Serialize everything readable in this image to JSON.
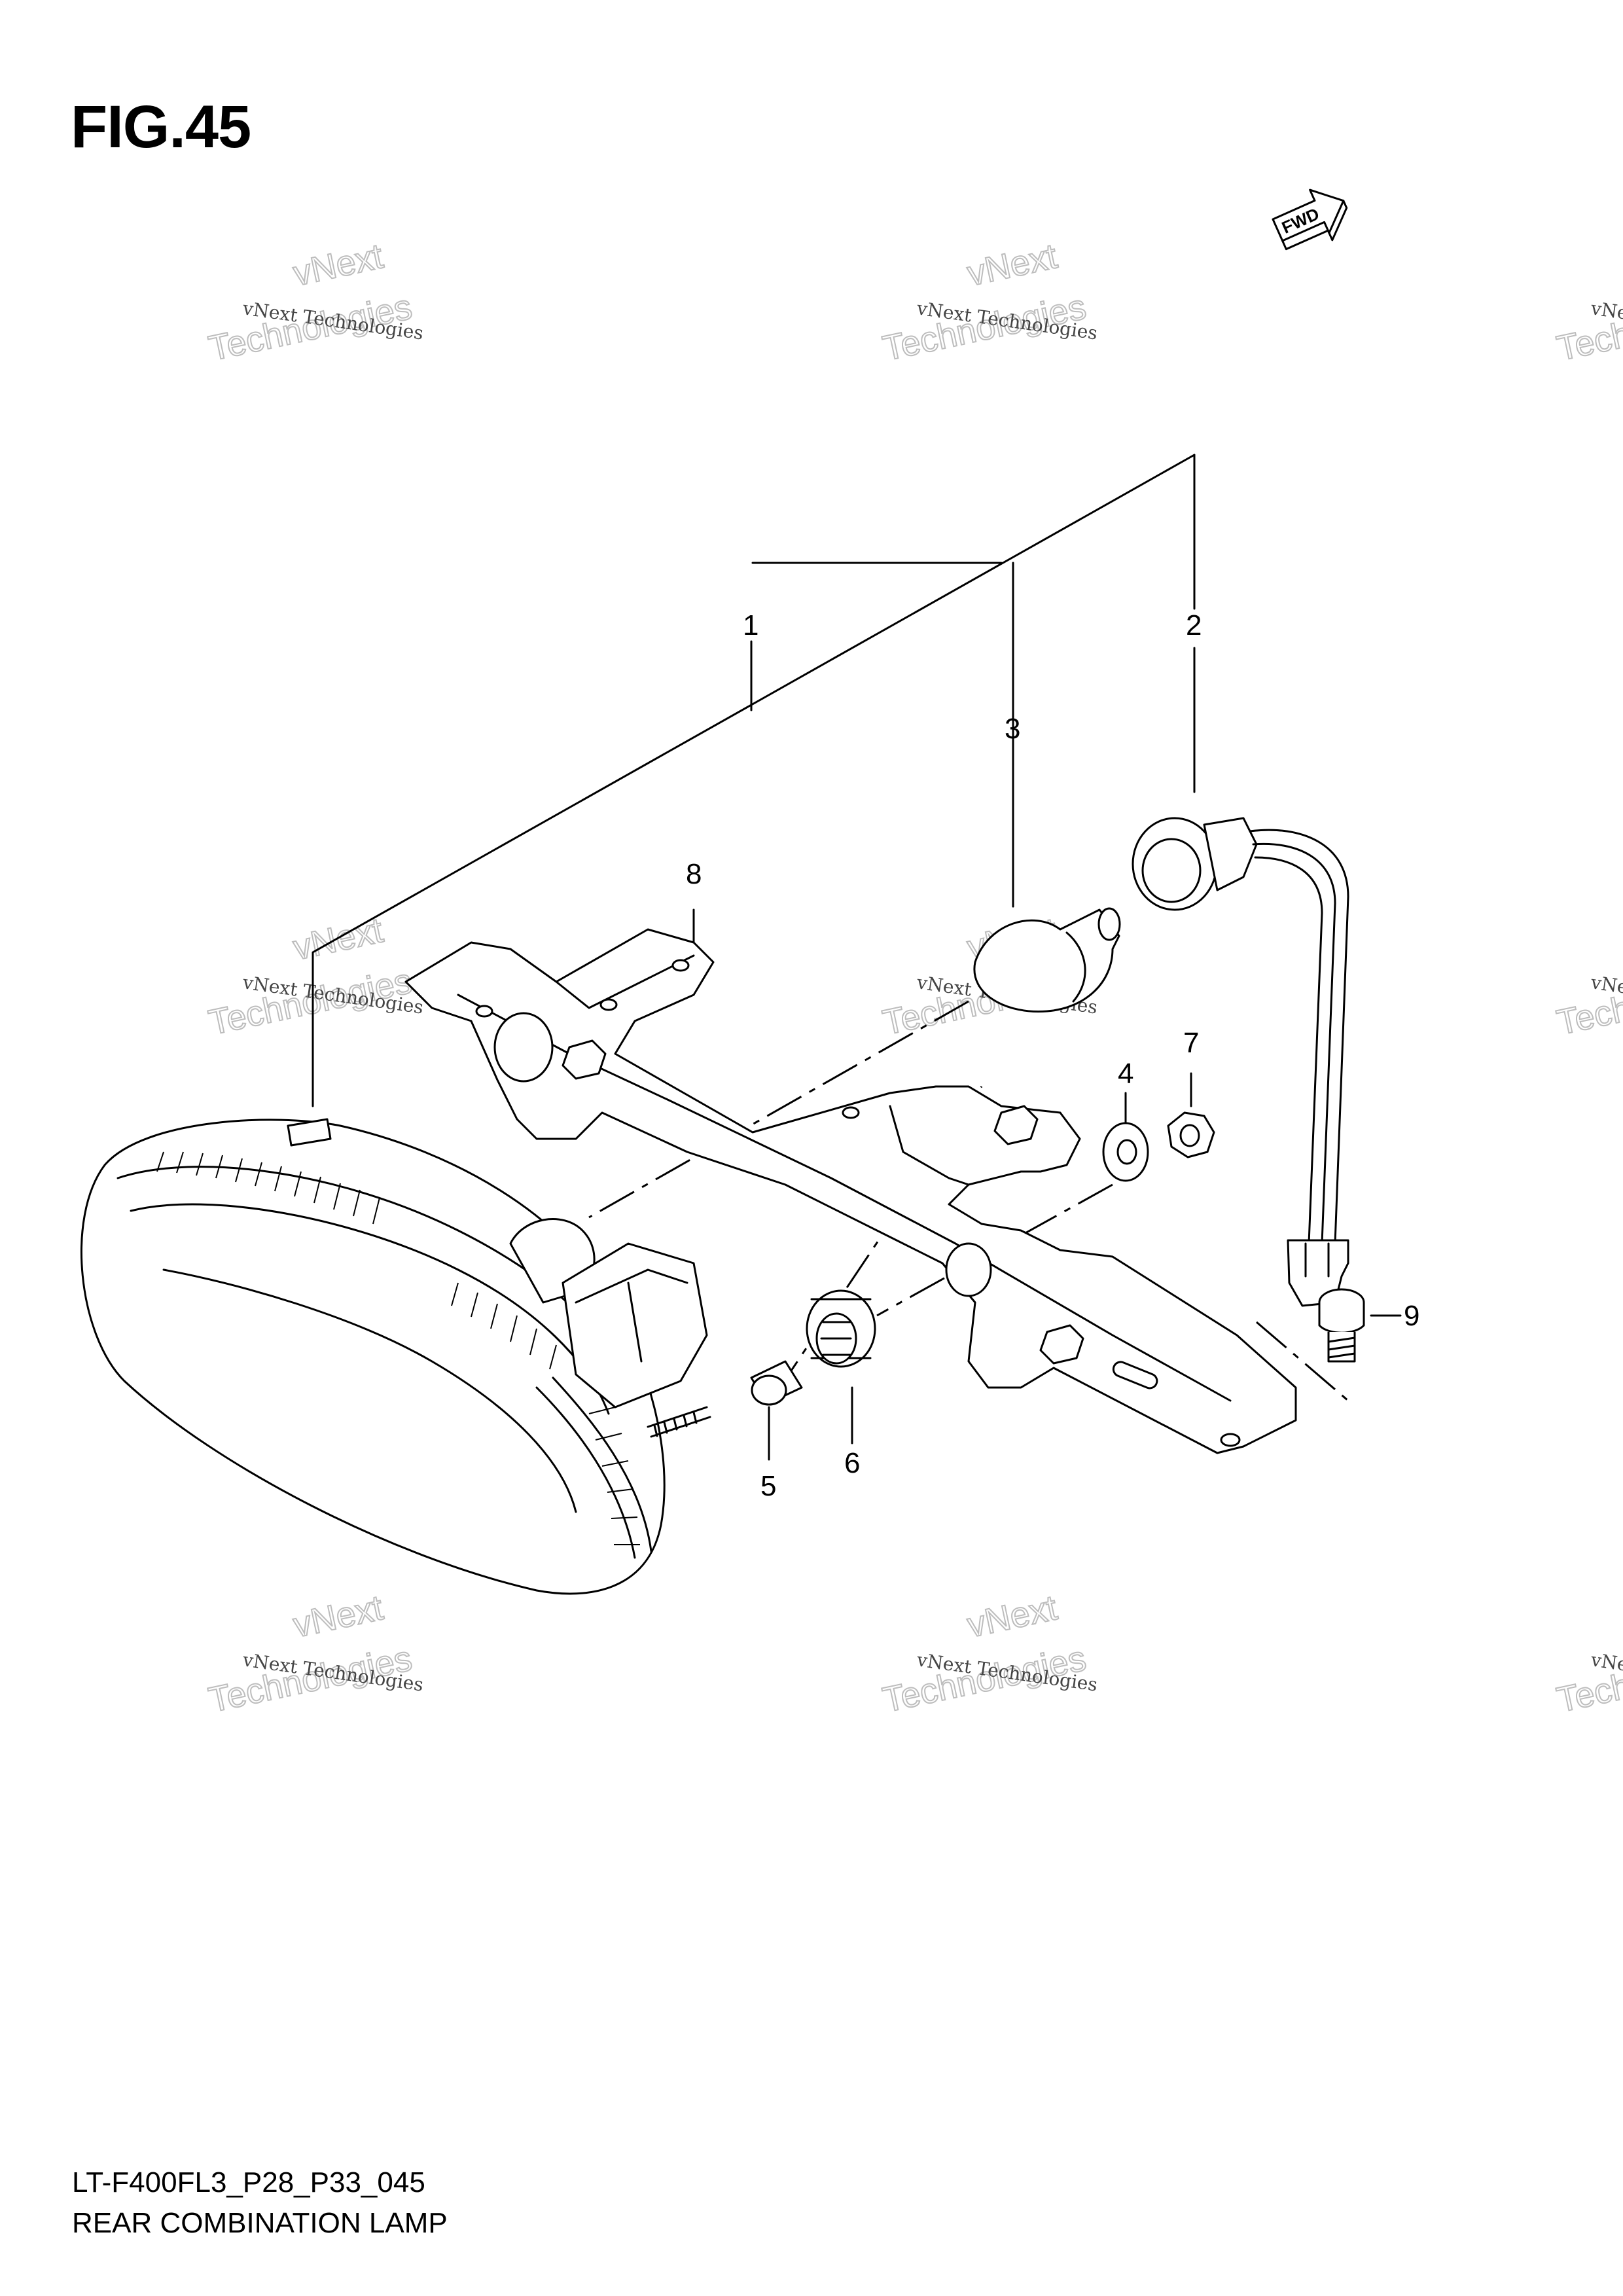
{
  "figure": {
    "title": "FIG.45",
    "model_code": "LT-F400FL3_P28_P33_045",
    "section_name": "REAR COMBINATION LAMP"
  },
  "direction_arrow": {
    "label": "FWD"
  },
  "callouts": [
    "1",
    "2",
    "3",
    "4",
    "5",
    "6",
    "7",
    "8",
    "9"
  ],
  "watermark": {
    "line1": "vNext Technologies",
    "line2": "vNext",
    "line3": "Technologies"
  },
  "colors": {
    "ink": "#000000",
    "watermark": "#bdbdbd",
    "background": "#ffffff"
  }
}
